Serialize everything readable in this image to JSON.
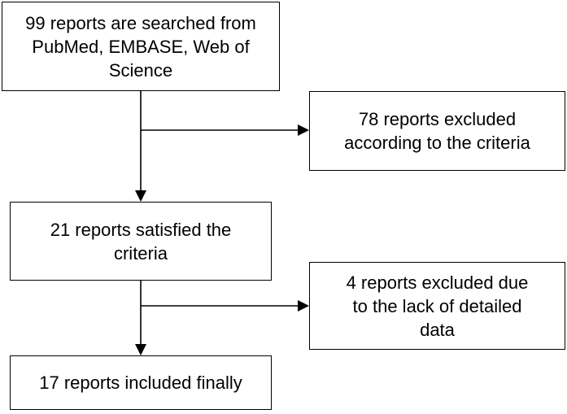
{
  "flow": {
    "search": "99 reports are searched from\nPubMed, EMBASE, Web of\nScience",
    "excluded_criteria": "78 reports excluded\naccording to the criteria",
    "satisfied": "21 reports satisfied the\ncriteria",
    "excluded_lack": "4 reports excluded due\nto the lack of detailed\ndata",
    "included": "17 reports included finally"
  },
  "colors": {
    "line": "#000000",
    "box_border": "#000000",
    "background": "#ffffff"
  }
}
